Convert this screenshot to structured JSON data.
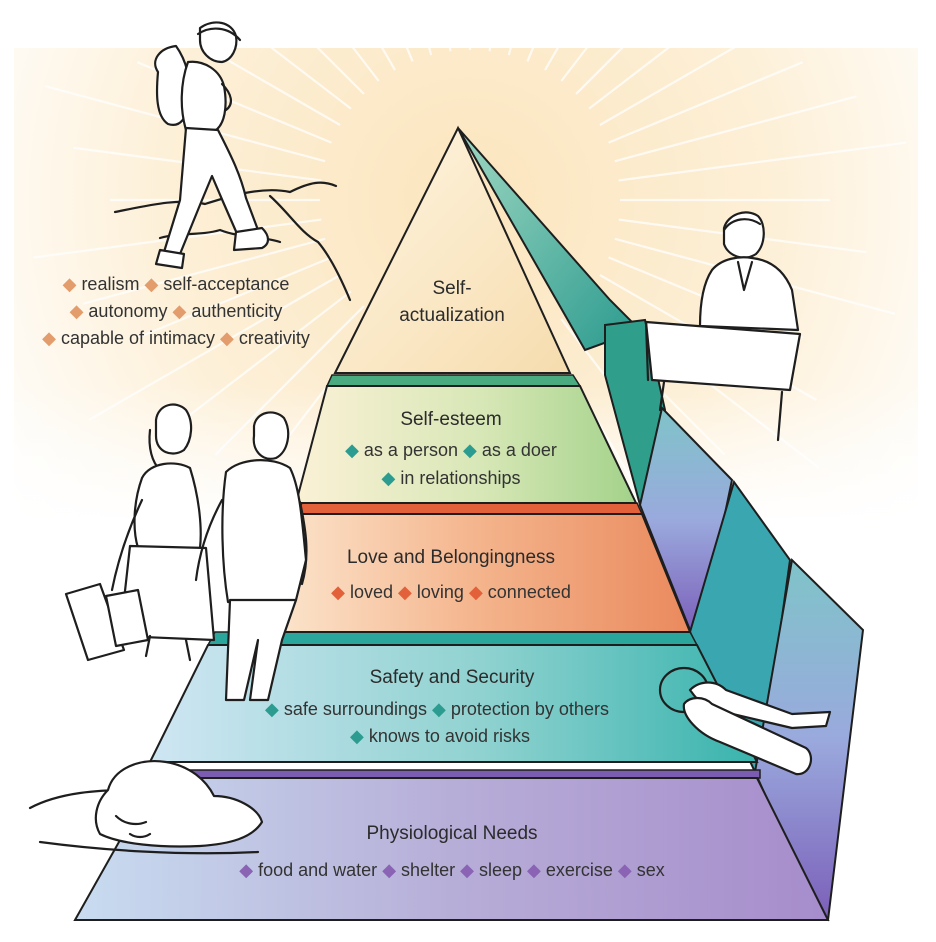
{
  "levels": [
    {
      "key": "physiological",
      "title": "Physiological Needs",
      "items": [
        "food and water",
        "shelter",
        "sleep",
        "exercise",
        "sex"
      ]
    },
    {
      "key": "safety",
      "title": "Safety and Security",
      "items": [
        "safe surroundings",
        "protection by others",
        "knows to avoid risks"
      ]
    },
    {
      "key": "love",
      "title": "Love and Belongingness",
      "items": [
        "loved",
        "loving",
        "connected"
      ]
    },
    {
      "key": "esteem",
      "title": "Self-esteem",
      "items": [
        "as a person",
        "as a doer",
        "in relationships"
      ]
    },
    {
      "key": "actualization",
      "title_lines": [
        "Self-",
        "actualization"
      ]
    }
  ],
  "actualization_traits": [
    "realism",
    "self-acceptance",
    "autonomy",
    "authenticity",
    "capable of intimacy",
    "creativity"
  ],
  "bullet": "◆",
  "colors": {
    "physiological": "#8a63b4",
    "safety": "#2c9c90",
    "love": "#e2603a",
    "esteem": "#2c9c90",
    "traits": "#e39c6b"
  },
  "illustrations": [
    "hiker",
    "speaker-at-podium",
    "couple-walking",
    "keys",
    "sleeping-person"
  ]
}
